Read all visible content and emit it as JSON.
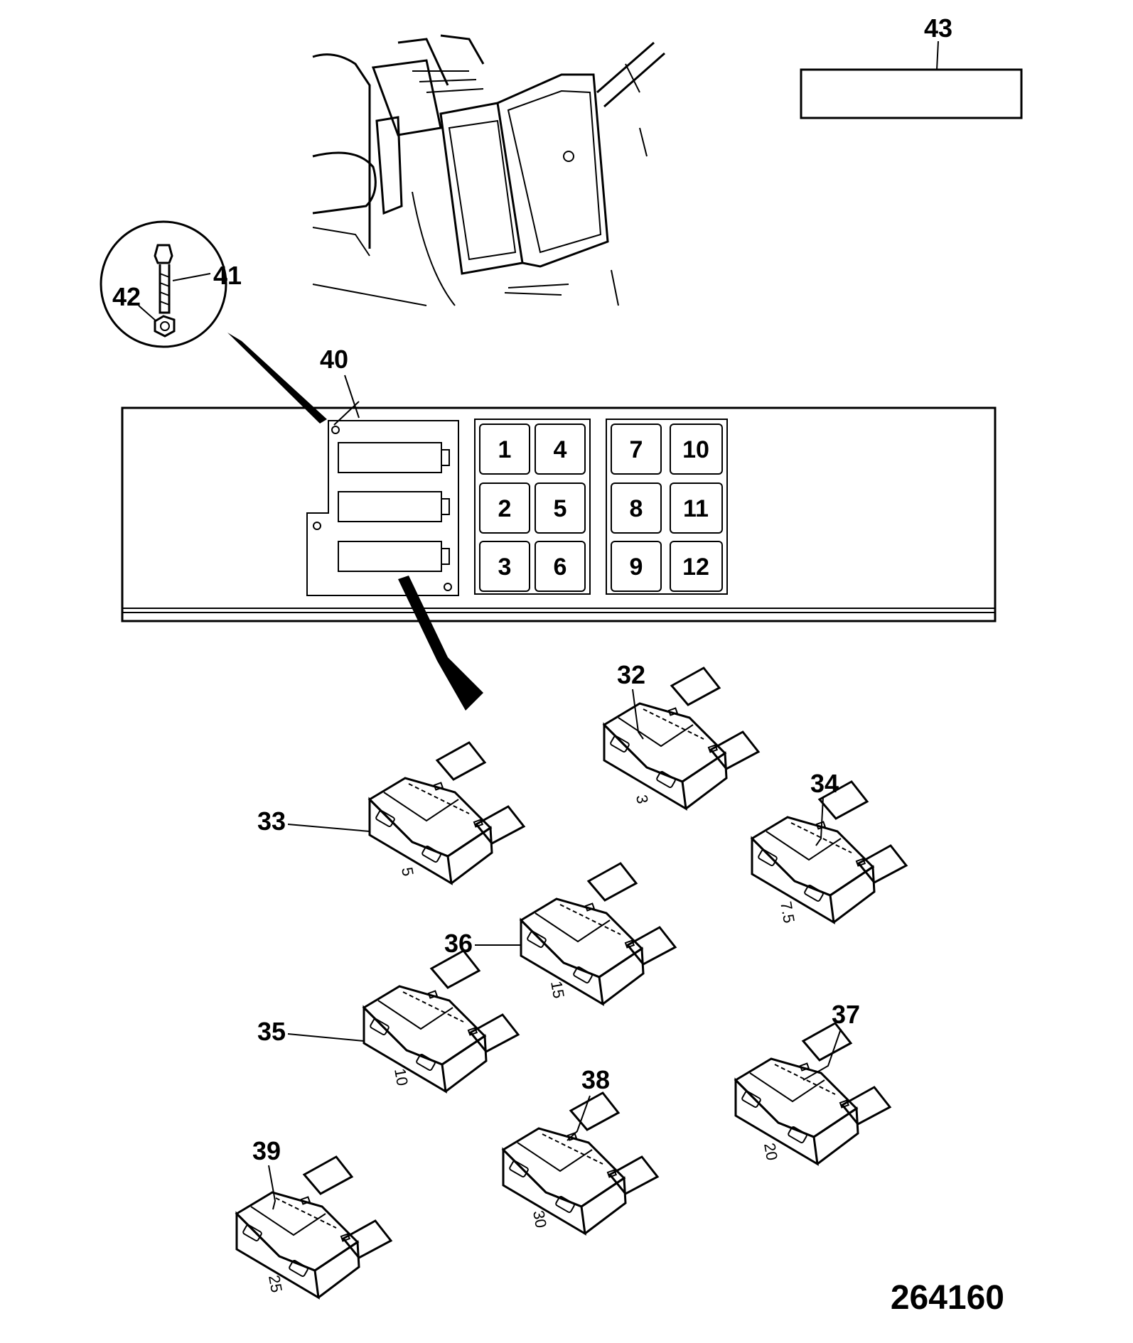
{
  "drawing_number": "264160",
  "callouts": {
    "c32": "32",
    "c33": "33",
    "c34": "34",
    "c35": "35",
    "c36": "36",
    "c37": "37",
    "c38": "38",
    "c39": "39",
    "c40": "40",
    "c41": "41",
    "c42": "42",
    "c43": "43"
  },
  "fuse_box": {
    "left_group": [
      "1",
      "2",
      "3",
      "4",
      "5",
      "6"
    ],
    "right_group": [
      "7",
      "8",
      "9",
      "10",
      "11",
      "12"
    ]
  },
  "fuse_ratings": {
    "r32": "3",
    "r33": "5",
    "r34": "7.5",
    "r35": "10",
    "r36": "15",
    "r37": "20",
    "r38": "30",
    "r39": "25"
  }
}
